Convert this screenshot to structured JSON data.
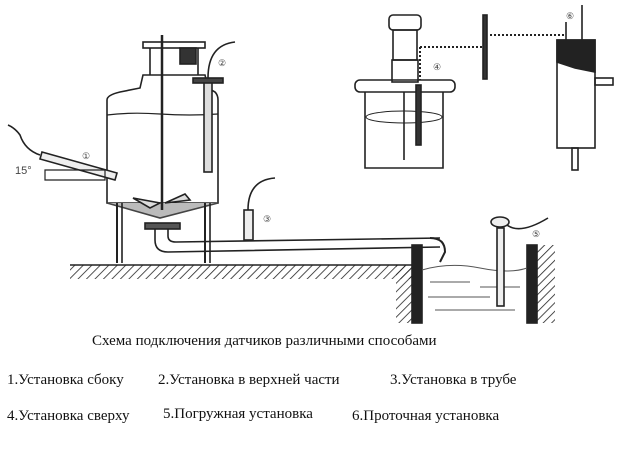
{
  "diagram": {
    "markers": [
      "①",
      "②",
      "③",
      "④",
      "⑤",
      "⑥"
    ],
    "angle_label": "15°"
  },
  "caption": {
    "title": "Схема подключения датчиков различными способами",
    "items": [
      "1.Установка сбоку",
      "2.Установка в верхней части",
      "3.Установка в трубе",
      "4.Установка сверху",
      "5.Погружная установка",
      "6.Проточная установка"
    ]
  }
}
